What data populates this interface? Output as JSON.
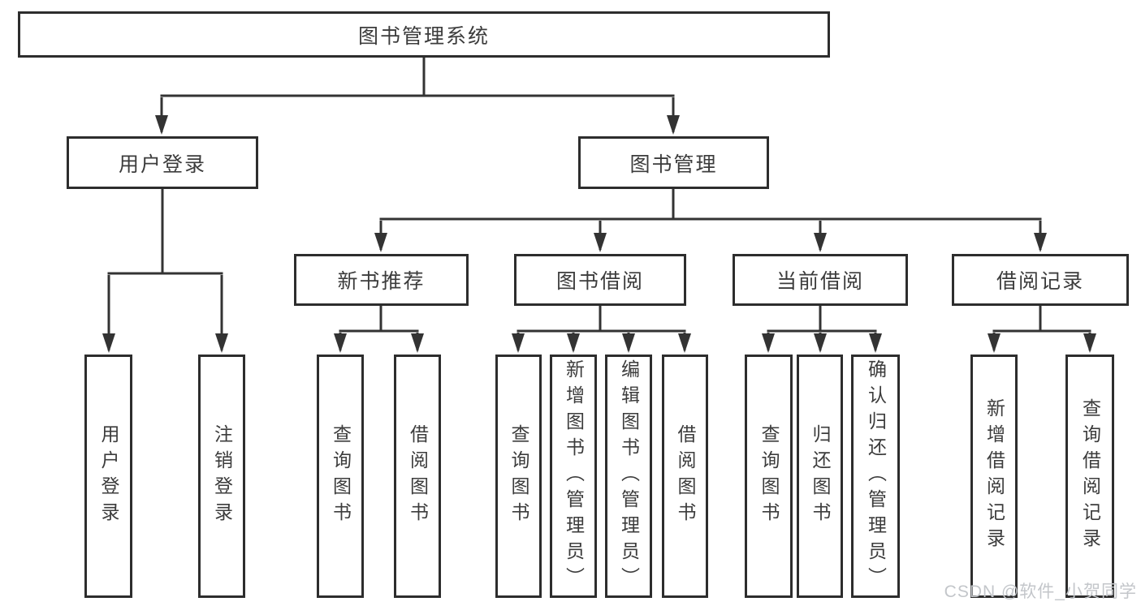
{
  "diagram": {
    "type": "hierarchy-tree",
    "watermark": "CSDN @软件_小贺同学",
    "colors": {
      "background": "#ffffff",
      "line": "#333333",
      "box_border": "#2d2d2d",
      "text": "#3c3c3c",
      "watermark": "#c3c6ca"
    },
    "root": {
      "label": "图书管理系统"
    },
    "level2": [
      {
        "id": "user-login",
        "label": "用户登录",
        "parent": "图书管理系统"
      },
      {
        "id": "book-management",
        "label": "图书管理",
        "parent": "图书管理系统"
      }
    ],
    "level3": [
      {
        "id": "new-book-recommend",
        "label": "新书推荐",
        "parent": "图书管理"
      },
      {
        "id": "book-borrowing",
        "label": "图书借阅",
        "parent": "图书管理"
      },
      {
        "id": "current-borrowing",
        "label": "当前借阅",
        "parent": "图书管理"
      },
      {
        "id": "borrowing-records",
        "label": "借阅记录",
        "parent": "图书管理"
      }
    ],
    "leaves": [
      {
        "label": "用户登录",
        "parent": "用户登录"
      },
      {
        "label": "注销登录",
        "parent": "用户登录"
      },
      {
        "label": "查询图书",
        "parent": "新书推荐"
      },
      {
        "label": "借阅图书",
        "parent": "新书推荐"
      },
      {
        "label": "查询图书",
        "parent": "图书借阅"
      },
      {
        "label": "新增图书（管理员）",
        "parent": "图书借阅"
      },
      {
        "label": "编辑图书（管理员）",
        "parent": "图书借阅"
      },
      {
        "label": "借阅图书",
        "parent": "图书借阅"
      },
      {
        "label": "查询图书",
        "parent": "当前借阅"
      },
      {
        "label": "归还图书",
        "parent": "当前借阅"
      },
      {
        "label": "确认归还（管理员）",
        "parent": "当前借阅"
      },
      {
        "label": "新增借阅记录",
        "parent": "借阅记录"
      },
      {
        "label": "查询借阅记录",
        "parent": "借阅记录"
      }
    ]
  }
}
